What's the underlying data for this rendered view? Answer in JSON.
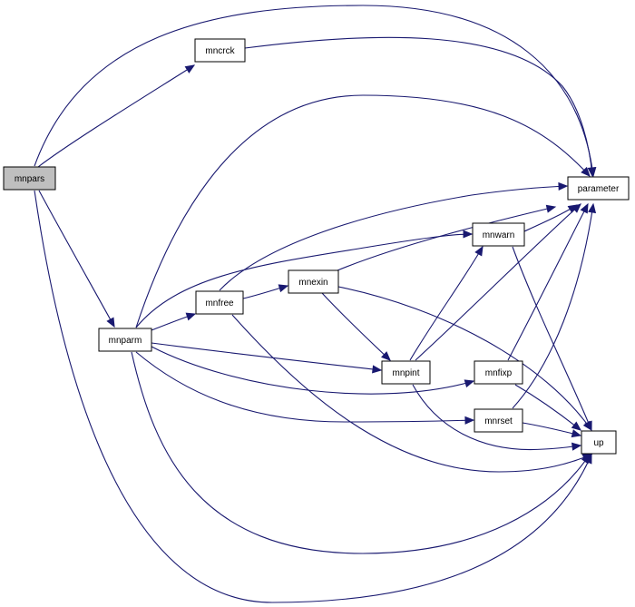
{
  "diagram": {
    "type": "call-graph",
    "colors": {
      "edge": "#191970",
      "root_fill": "#bfbfbf",
      "node_fill": "#ffffff",
      "node_stroke": "#000000"
    },
    "nodes": [
      {
        "id": "mnpars",
        "label": "mnpars",
        "root": true
      },
      {
        "id": "mncrck",
        "label": "mncrck"
      },
      {
        "id": "parameter",
        "label": "parameter"
      },
      {
        "id": "mnparm",
        "label": "mnparm"
      },
      {
        "id": "mnfree",
        "label": "mnfree"
      },
      {
        "id": "mnexin",
        "label": "mnexin"
      },
      {
        "id": "mnwarn",
        "label": "mnwarn"
      },
      {
        "id": "mnpint",
        "label": "mnpint"
      },
      {
        "id": "mnfixp",
        "label": "mnfixp"
      },
      {
        "id": "mnrset",
        "label": "mnrset"
      },
      {
        "id": "up",
        "label": "up"
      }
    ],
    "edges": [
      {
        "from": "mnpars",
        "to": "mncrck"
      },
      {
        "from": "mnpars",
        "to": "parameter"
      },
      {
        "from": "mnpars",
        "to": "mnparm"
      },
      {
        "from": "mnpars",
        "to": "up"
      },
      {
        "from": "mncrck",
        "to": "parameter"
      },
      {
        "from": "mnparm",
        "to": "parameter"
      },
      {
        "from": "mnparm",
        "to": "mnfree"
      },
      {
        "from": "mnparm",
        "to": "mnwarn"
      },
      {
        "from": "mnparm",
        "to": "mnpint"
      },
      {
        "from": "mnparm",
        "to": "mnfixp"
      },
      {
        "from": "mnparm",
        "to": "mnrset"
      },
      {
        "from": "mnparm",
        "to": "up"
      },
      {
        "from": "mnfree",
        "to": "parameter"
      },
      {
        "from": "mnfree",
        "to": "mnexin"
      },
      {
        "from": "mnfree",
        "to": "up"
      },
      {
        "from": "mnexin",
        "to": "parameter"
      },
      {
        "from": "mnexin",
        "to": "mnpint"
      },
      {
        "from": "mnexin",
        "to": "up"
      },
      {
        "from": "mnwarn",
        "to": "parameter"
      },
      {
        "from": "mnwarn",
        "to": "up"
      },
      {
        "from": "mnpint",
        "to": "mnwarn"
      },
      {
        "from": "mnpint",
        "to": "parameter"
      },
      {
        "from": "mnpint",
        "to": "up"
      },
      {
        "from": "mnfixp",
        "to": "parameter"
      },
      {
        "from": "mnfixp",
        "to": "up"
      },
      {
        "from": "mnrset",
        "to": "parameter"
      },
      {
        "from": "mnrset",
        "to": "up"
      }
    ]
  }
}
